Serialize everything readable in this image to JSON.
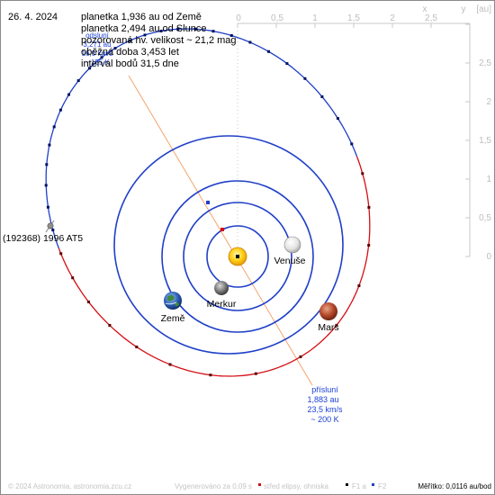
{
  "date": "26. 4. 2024",
  "info_lines": [
    "planetka 1,936 au od Země",
    "planetka 2,494 au od Slunce",
    "pozorovaná hv. velikost ~ 21,2 mag",
    "oběžná doba 3,453 let",
    "interval bodů 31,5 dne"
  ],
  "aphelion_label": [
    "odsluní",
    "3,271 au",
    "16,0 km/s",
    "~ 155 K"
  ],
  "perihelion_label": [
    "přísluní",
    "1,883 au",
    "23,5 km/s",
    "~ 200 K"
  ],
  "asteroid_name": "(192368) 1996 AT5",
  "planets": {
    "earth": "Země",
    "mercury": "Merkur",
    "venus": "Venuše",
    "mars": "Mars"
  },
  "axes": {
    "x_unit": "x",
    "y_unit": "y",
    "unit": "[au]",
    "x_ticks": [
      "0",
      "0,5",
      "1",
      "1,5",
      "2",
      "2,5"
    ],
    "y_ticks": [
      "2,5",
      "2",
      "1,5",
      "1",
      "0,5",
      "0"
    ]
  },
  "footer": {
    "copyright": "© 2024 Astronomia, astronomia.zcu.cz",
    "generated": "Vygenerováno za 0,09 s",
    "legend_center": "střed elipsy, ohniska",
    "legend_f1": "F1 a",
    "legend_f2": "F2",
    "scale": "Měřítko: 0,0116 au/bod"
  },
  "colors": {
    "orbit_blue": "#1f3fc8",
    "orbit_red": "#d40f14",
    "apsis_line": "#f3a46c",
    "point_blue": "#001060",
    "point_red": "#5a0000",
    "axis_grey": "#c8c8c8",
    "text_blue": "#1a3fd6"
  },
  "icons": {
    "sun": "sun-icon",
    "earth": "earth-globe-icon",
    "mercury": "mercury-planet-icon",
    "venus": "venus-planet-icon",
    "mars": "mars-planet-icon",
    "asteroid": "asteroid-icon"
  }
}
